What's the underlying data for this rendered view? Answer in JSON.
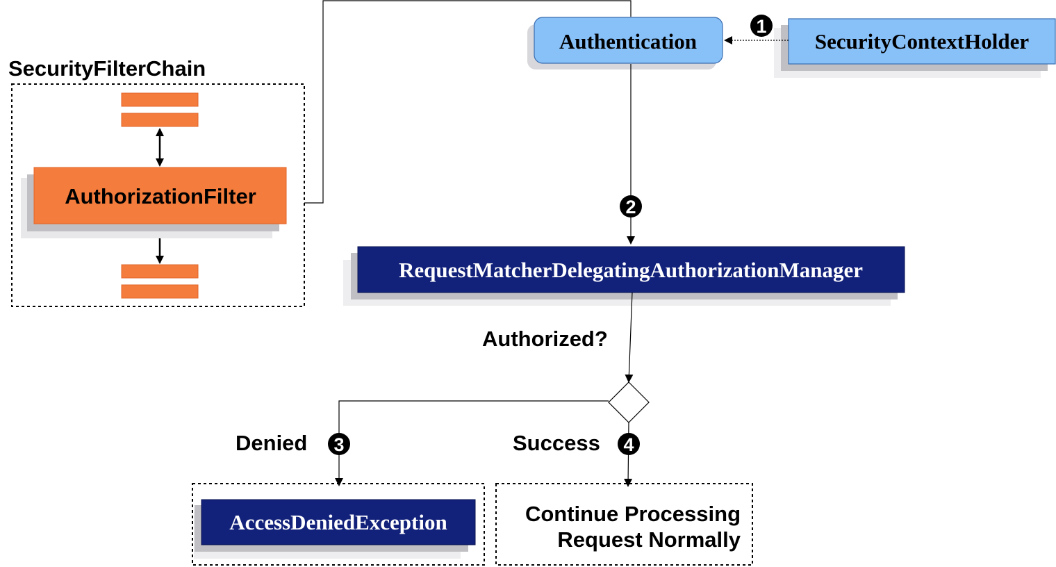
{
  "diagram": {
    "chain_label": "SecurityFilterChain",
    "authorization_filter": "AuthorizationFilter",
    "authentication": "Authentication",
    "security_context_holder": "SecurityContextHolder",
    "manager": "RequestMatcherDelegatingAuthorizationManager",
    "authorized_question": "Authorized?",
    "denied_label": "Denied",
    "success_label": "Success",
    "access_denied_exception": "AccessDeniedException",
    "continue_line1": "Continue Processing",
    "continue_line2": "Request Normally",
    "steps": [
      "1",
      "2",
      "3",
      "4"
    ]
  },
  "colors": {
    "filter_orange": "#f47c3c",
    "auth_light_blue": "#88c0f8",
    "manager_navy": "#12217a",
    "shadow_gray": "#c0c0c4"
  }
}
